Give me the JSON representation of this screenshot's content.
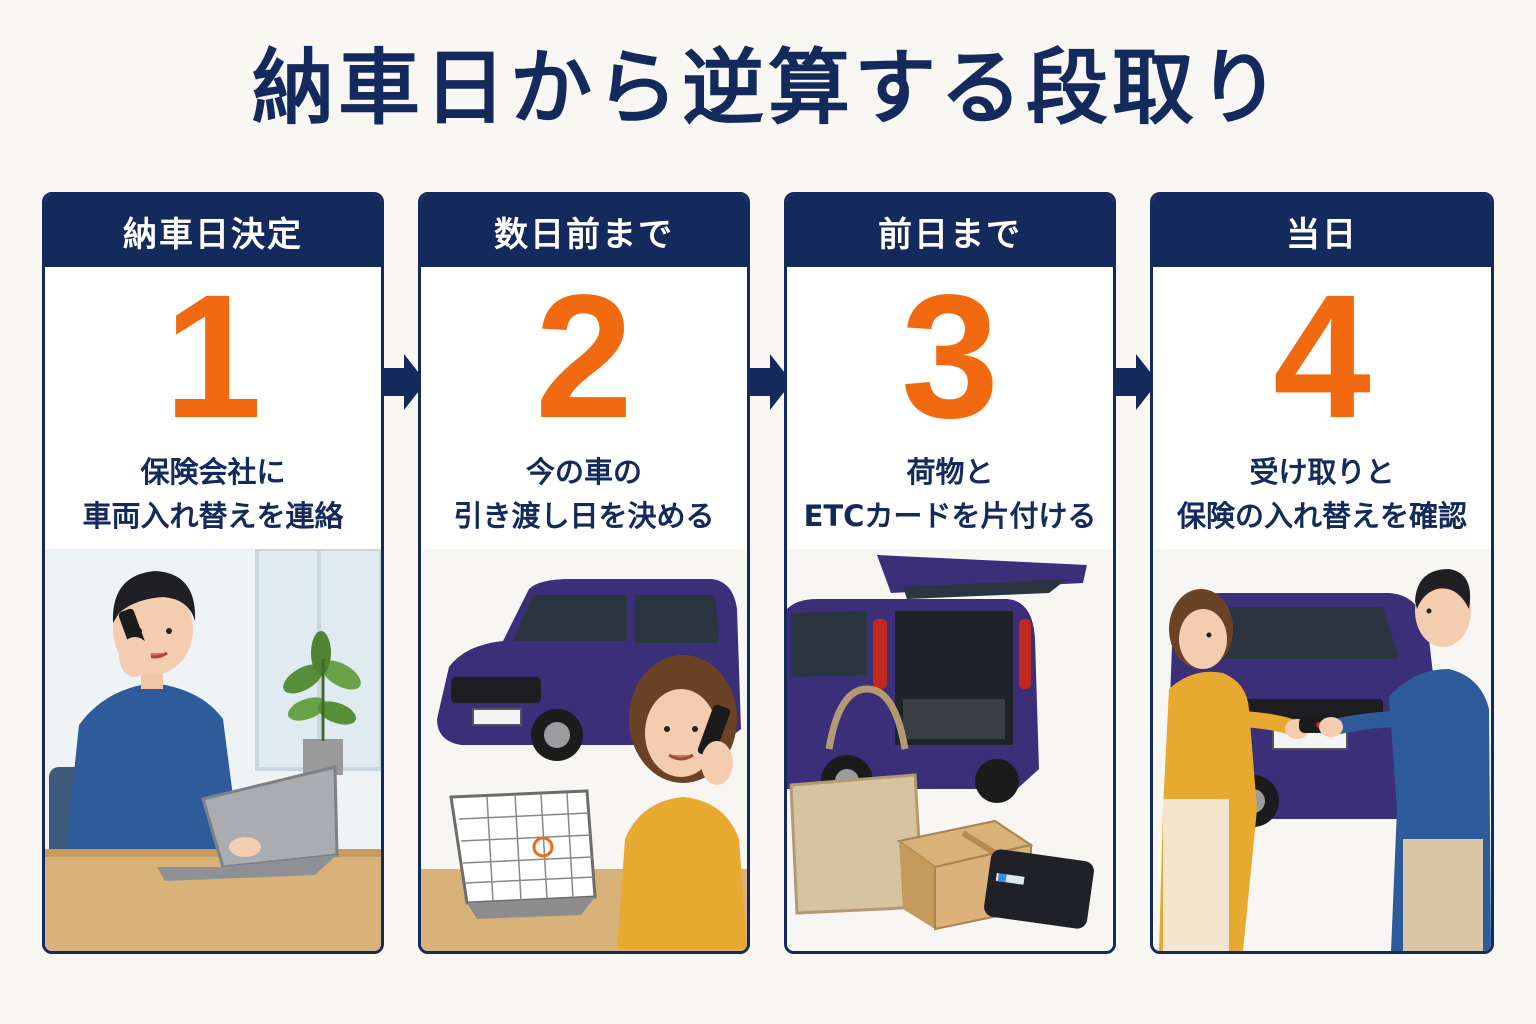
{
  "title": "納車日から逆算する段取り",
  "steps": [
    {
      "header": "納車日決定",
      "number": "1",
      "desc": [
        "保険会社に",
        "車両入れ替えを連絡"
      ],
      "illustration": "man-phone-laptop"
    },
    {
      "header": "数日前まで",
      "number": "2",
      "desc": [
        "今の車の",
        "引き渡し日を決める"
      ],
      "illustration": "car-calendar-woman-phone"
    },
    {
      "header": "前日まで",
      "number": "3",
      "desc": [
        "荷物と",
        "ETCカードを片付ける"
      ],
      "illustration": "car-open-trunk-bag-box-etc-card"
    },
    {
      "header": "当日",
      "number": "4",
      "desc": [
        "受け取りと",
        "保険の入れ替えを確認"
      ],
      "illustration": "key-handover"
    }
  ],
  "colors": {
    "navy": "#142a5c",
    "orange": "#f26a10",
    "background": "#f8f7f3",
    "car": "#3b2f7a"
  },
  "icons": [
    "arrow-right-icon"
  ]
}
